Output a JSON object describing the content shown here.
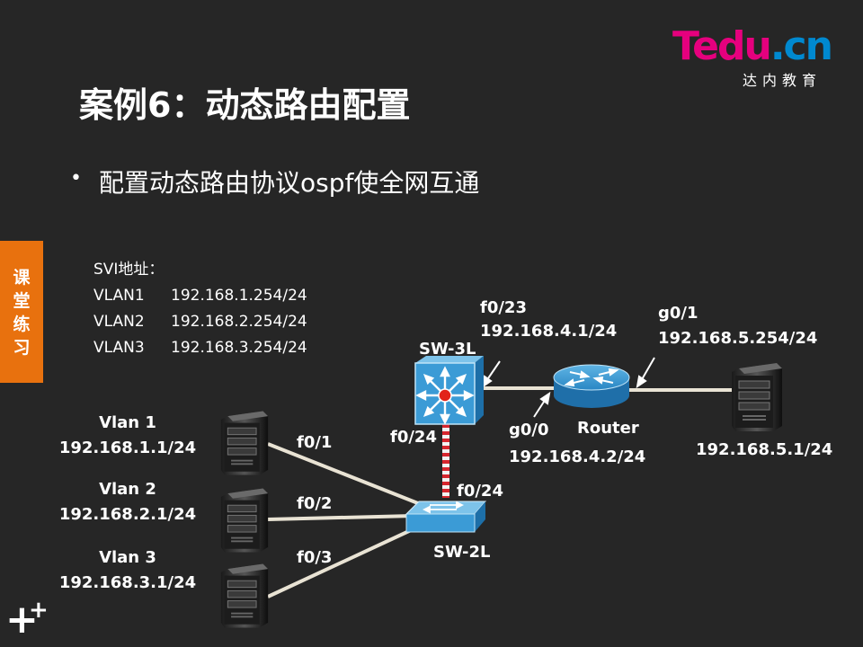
{
  "brand": {
    "logo_text": "Tedu.cn",
    "logo_sub": "达内教育",
    "colors": {
      "magenta": "#e6007e",
      "blue": "#0089d0"
    }
  },
  "slide": {
    "title": "案例6：动态路由配置",
    "bullet": "配置动态路由协议ospf使全网互通",
    "side_tab": "课堂练习"
  },
  "svi": {
    "heading": "SVI地址：",
    "rows": [
      {
        "vlan": "VLAN1",
        "addr": "192.168.1.254/24"
      },
      {
        "vlan": "VLAN2",
        "addr": "192.168.2.254/24"
      },
      {
        "vlan": "VLAN3",
        "addr": "192.168.3.254/24"
      }
    ]
  },
  "hosts": [
    {
      "vlan": "Vlan 1",
      "ip": "192.168.1.1/24",
      "port": "f0/1"
    },
    {
      "vlan": "Vlan 2",
      "ip": "192.168.2.1/24",
      "port": "f0/2"
    },
    {
      "vlan": "Vlan 3",
      "ip": "192.168.3.1/24",
      "port": "f0/3"
    }
  ],
  "devices": {
    "sw3l": {
      "label": "SW-3L",
      "port_down": "f0/24",
      "port_right": "f0/23",
      "ip_right": "192.168.4.1/24"
    },
    "sw2l": {
      "label": "SW-2L",
      "port_up": "f0/24"
    },
    "router": {
      "label": "Router",
      "port_left": "g0/0",
      "ip_left": "192.168.4.2/24",
      "port_right": "g0/1",
      "ip_right": "192.168.5.254/24"
    },
    "server": {
      "ip": "192.168.5.1/24"
    }
  },
  "icons": {
    "host": "server-tower-icon",
    "sw3l": "layer3-switch-icon",
    "sw2l": "layer2-switch-icon",
    "router": "router-icon",
    "corner": "plus-icon"
  }
}
